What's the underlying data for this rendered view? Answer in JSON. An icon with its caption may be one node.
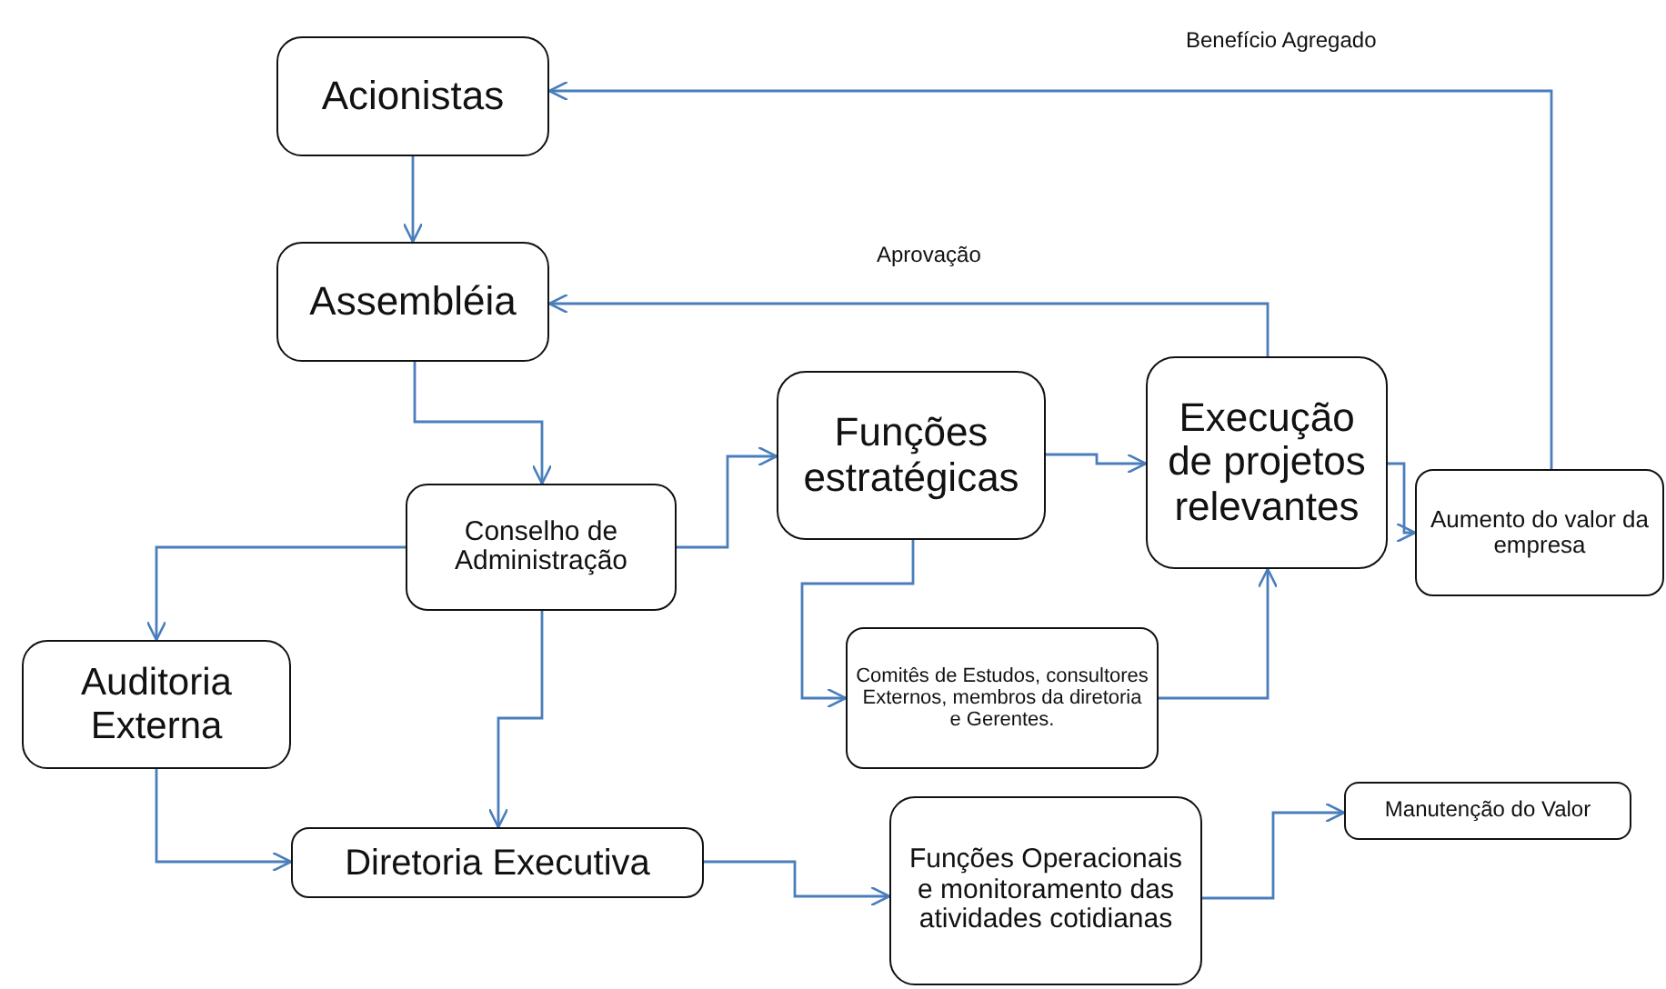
{
  "diagram": {
    "nodes": [
      {
        "text": [
          "Acionistas"
        ]
      },
      {
        "text": [
          "Assembléia"
        ]
      },
      {
        "text": [
          "Conselho de Administração"
        ]
      },
      {
        "text": [
          "Funções estratégicas"
        ]
      },
      {
        "text": [
          "Execução de projetos relevantes"
        ]
      },
      {
        "text": [
          "Aumento do valor da empresa"
        ]
      },
      {
        "text": [
          "Comitês de Estudos, consultores Externos, membros da diretoria e Gerentes."
        ]
      },
      {
        "text": [
          "Auditoria Externa"
        ]
      },
      {
        "text": [
          "Diretoria Executiva"
        ]
      },
      {
        "text": [
          "Funções Operacionais e monitoramento das atividades cotidianas"
        ]
      },
      {
        "text": [
          "Manutenção do Valor"
        ]
      }
    ],
    "edges": [
      {
        "from": 0,
        "to": 1,
        "arrow": "to"
      },
      {
        "from": 1,
        "to": 2,
        "arrow": "to"
      },
      {
        "from": 2,
        "to": 7,
        "arrow": "to"
      },
      {
        "from": 2,
        "to": 8,
        "arrow": "to"
      },
      {
        "from": 7,
        "to": 8,
        "arrow": "to"
      },
      {
        "from": 2,
        "to": 3,
        "arrow": "to"
      },
      {
        "from": 3,
        "to": 4,
        "arrow": "to"
      },
      {
        "from": 3,
        "to": 6,
        "arrow": "to"
      },
      {
        "from": 6,
        "to": 4,
        "arrow": "to"
      },
      {
        "from": 4,
        "to": 1,
        "arrow": "to",
        "label": "Aprovação"
      },
      {
        "from": 4,
        "to": 5,
        "arrow": "to"
      },
      {
        "from": 5,
        "to": 0,
        "arrow": "to",
        "label": "Benefício Agregado"
      },
      {
        "from": 8,
        "to": 9,
        "arrow": "to"
      },
      {
        "from": 9,
        "to": 10,
        "arrow": "to"
      }
    ]
  }
}
